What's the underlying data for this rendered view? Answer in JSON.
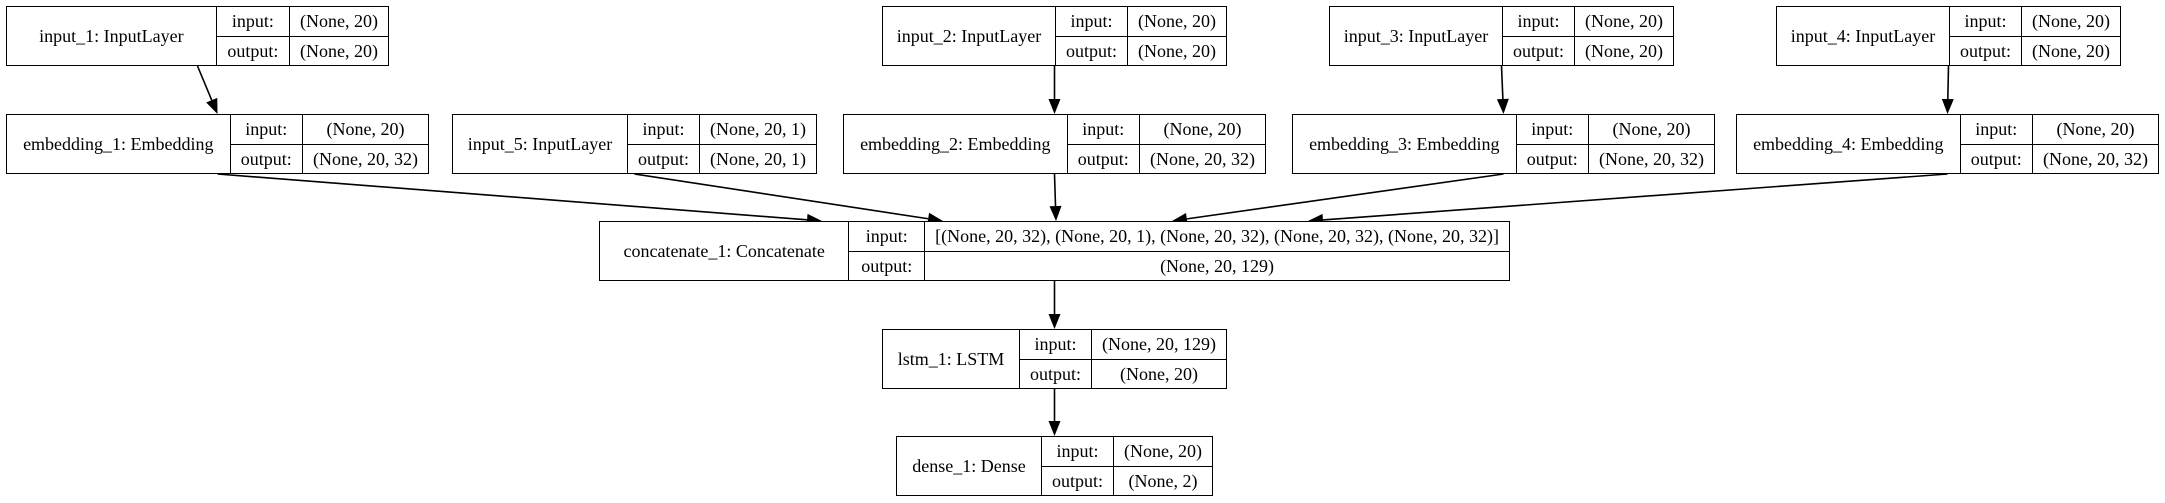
{
  "nodes": [
    {
      "id": "input_1",
      "name": "input_1: InputLayer",
      "in_label": "input:",
      "out_label": "output:",
      "in": "(None, 20)",
      "out": "(None, 20)"
    },
    {
      "id": "input_2",
      "name": "input_2: InputLayer",
      "in_label": "input:",
      "out_label": "output:",
      "in": "(None, 20)",
      "out": "(None, 20)"
    },
    {
      "id": "input_3",
      "name": "input_3: InputLayer",
      "in_label": "input:",
      "out_label": "output:",
      "in": "(None, 20)",
      "out": "(None, 20)"
    },
    {
      "id": "input_4",
      "name": "input_4: InputLayer",
      "in_label": "input:",
      "out_label": "output:",
      "in": "(None, 20)",
      "out": "(None, 20)"
    },
    {
      "id": "embedding_1",
      "name": "embedding_1: Embedding",
      "in_label": "input:",
      "out_label": "output:",
      "in": "(None, 20)",
      "out": "(None, 20, 32)"
    },
    {
      "id": "input_5",
      "name": "input_5: InputLayer",
      "in_label": "input:",
      "out_label": "output:",
      "in": "(None, 20, 1)",
      "out": "(None, 20, 1)"
    },
    {
      "id": "embedding_2",
      "name": "embedding_2: Embedding",
      "in_label": "input:",
      "out_label": "output:",
      "in": "(None, 20)",
      "out": "(None, 20, 32)"
    },
    {
      "id": "embedding_3",
      "name": "embedding_3: Embedding",
      "in_label": "input:",
      "out_label": "output:",
      "in": "(None, 20)",
      "out": "(None, 20, 32)"
    },
    {
      "id": "embedding_4",
      "name": "embedding_4: Embedding",
      "in_label": "input:",
      "out_label": "output:",
      "in": "(None, 20)",
      "out": "(None, 20, 32)"
    },
    {
      "id": "concatenate_1",
      "name": "concatenate_1: Concatenate",
      "in_label": "input:",
      "out_label": "output:",
      "in": "[(None, 20, 32), (None, 20, 1), (None, 20, 32), (None, 20, 32), (None, 20, 32)]",
      "out": "(None, 20, 129)"
    },
    {
      "id": "lstm_1",
      "name": "lstm_1: LSTM",
      "in_label": "input:",
      "out_label": "output:",
      "in": "(None, 20, 129)",
      "out": "(None, 20)"
    },
    {
      "id": "dense_1",
      "name": "dense_1: Dense",
      "in_label": "input:",
      "out_label": "output:",
      "in": "(None, 20)",
      "out": "(None, 2)"
    }
  ],
  "edges": [
    {
      "from": "input_1",
      "to": "embedding_1"
    },
    {
      "from": "input_2",
      "to": "embedding_2"
    },
    {
      "from": "input_3",
      "to": "embedding_3"
    },
    {
      "from": "input_4",
      "to": "embedding_4"
    },
    {
      "from": "embedding_1",
      "to": "concatenate_1"
    },
    {
      "from": "input_5",
      "to": "concatenate_1"
    },
    {
      "from": "embedding_2",
      "to": "concatenate_1"
    },
    {
      "from": "embedding_3",
      "to": "concatenate_1"
    },
    {
      "from": "embedding_4",
      "to": "concatenate_1"
    },
    {
      "from": "concatenate_1",
      "to": "lstm_1"
    },
    {
      "from": "lstm_1",
      "to": "dense_1"
    }
  ]
}
